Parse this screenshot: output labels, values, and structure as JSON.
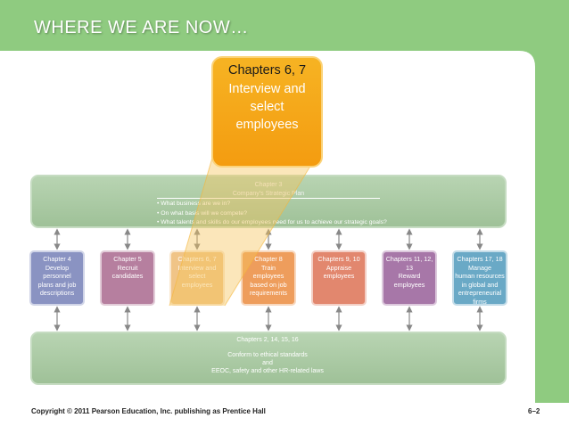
{
  "slide": {
    "title": "WHERE WE ARE NOW…",
    "colors": {
      "header_green": "#8fcb80",
      "accent_orange": "#f4a41a"
    }
  },
  "strategic_bar": {
    "chapter": "Chapter 3",
    "heading": "Company's Strategic Plan",
    "bullets": [
      "• What business are we in?",
      "• On what basis will we compete?",
      "• What talents and skills do our employees need for us to achieve our strategic goals?"
    ]
  },
  "highlight": {
    "chapter": "Chapters 6, 7",
    "text": "Interview and\nselect\nemployees"
  },
  "boxes": [
    {
      "chapter": "Chapter 4",
      "text": "Develop\npersonnel\nplans and job\ndescriptions",
      "color": "#8a93c2"
    },
    {
      "chapter": "Chapter 5",
      "text": "Recruit\ncandidates",
      "color": "#b67f9f"
    },
    {
      "chapter": "Chapters 6, 7",
      "text": "Interview and\nselect\nemployees",
      "color": "#f0c487"
    },
    {
      "chapter": "Chapter 8",
      "text": "Train\nemployees\nbased on job\nrequirements",
      "color": "#ee9d5c"
    },
    {
      "chapter": "Chapters 9, 10",
      "text": "Appraise\nemployees",
      "color": "#e2876e"
    },
    {
      "chapter": "Chapters 11, 12, 13",
      "text": "Reward\nemployees",
      "color": "#a777a8"
    },
    {
      "chapter": "Chapters 17, 18",
      "text": "Manage\nhuman resources\nin global and\nentrepreneurial\nfirms",
      "color": "#6aa9c6"
    }
  ],
  "bottom_bar": {
    "chapters": "Chapters 2, 14, 15, 16",
    "line1": "Conform to ethical standards",
    "line2": "and",
    "line3": "EEOC, safety and other HR-related laws"
  },
  "footer": {
    "copyright": "Copyright © 2011 Pearson Education, Inc. publishing as Prentice Hall",
    "page": "6–2"
  }
}
